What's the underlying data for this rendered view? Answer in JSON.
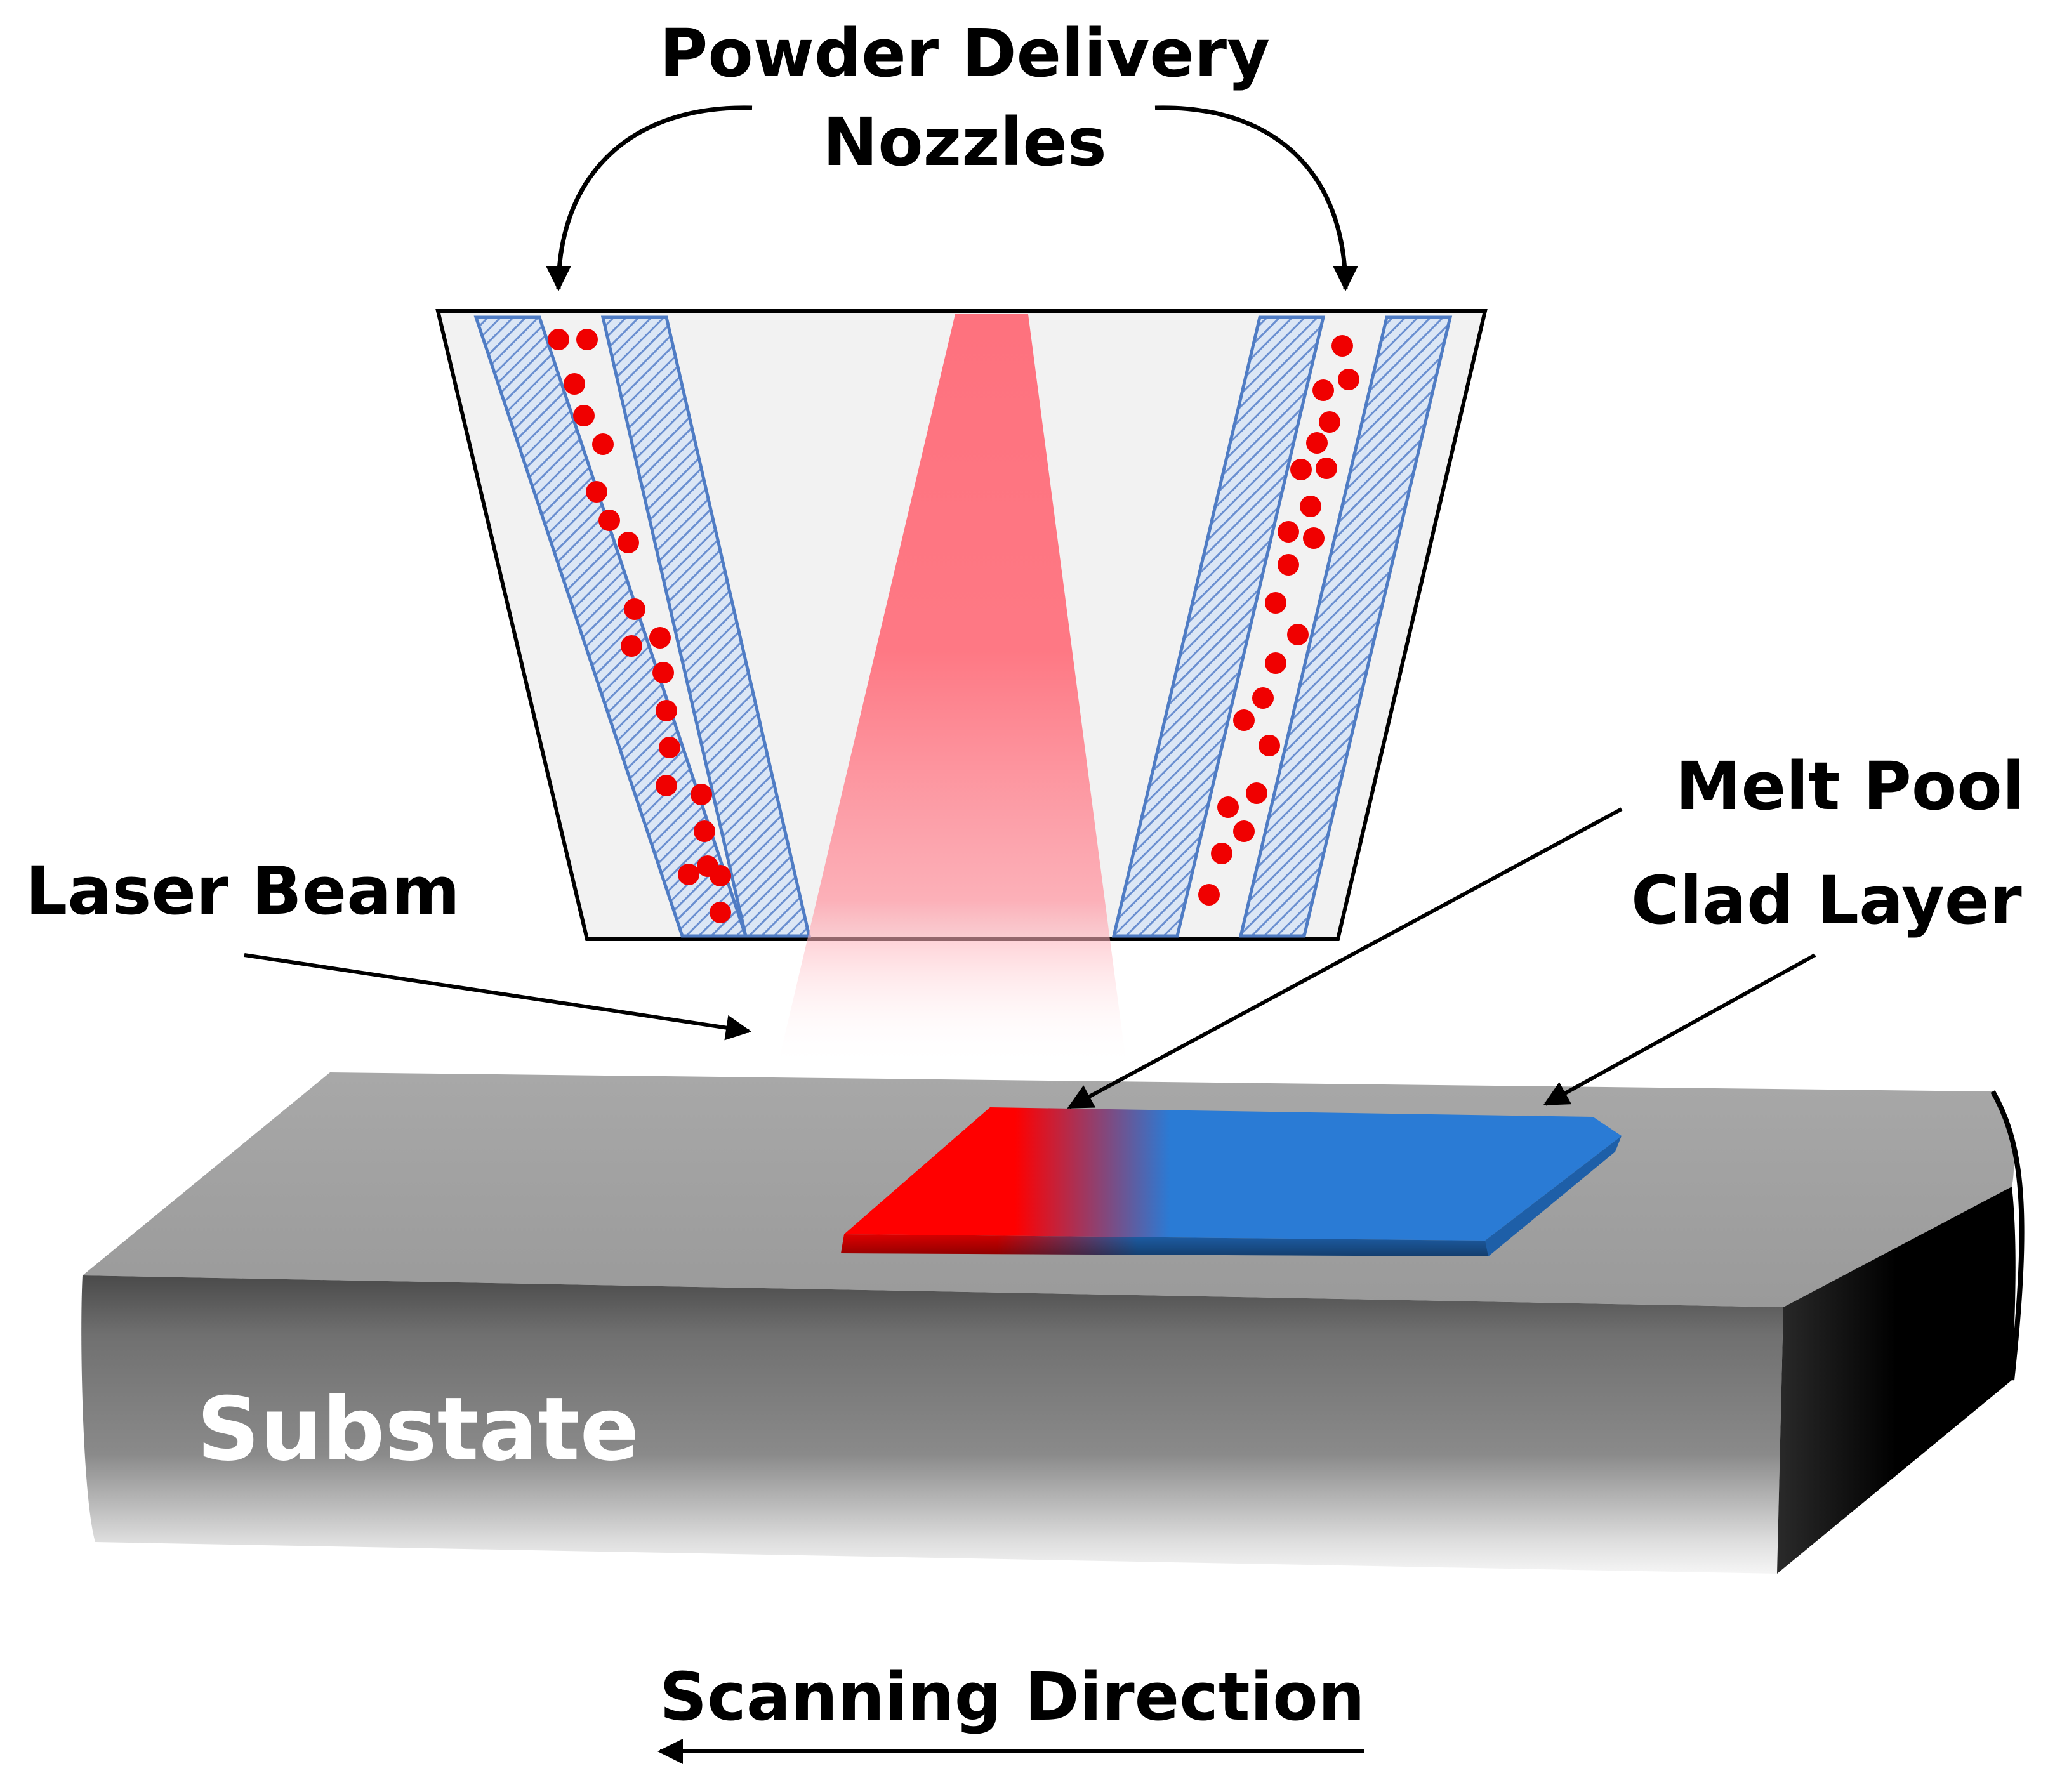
{
  "labels": {
    "nozzles_line1": "Powder Delivery",
    "nozzles_line2": "Nozzles",
    "laser_beam": "Laser Beam",
    "melt_pool": "Melt Pool",
    "clad_layer": "Clad Layer",
    "substrate": "Substate",
    "scanning_direction": "Scanning Direction"
  },
  "colors": {
    "laser": "#ff6b78",
    "powder": "#f00000",
    "nozzle_wall": "#4f7cc4",
    "nozzle_wall_fill": "#c9d9f0",
    "nozzle_body": "#f2f2f2",
    "melt_pool": "#ff0000",
    "clad": "#2a7bd5",
    "substrate_top": "#a6a6a6",
    "substrate_side": "#808080",
    "substrate_end": "#000000",
    "text": "#000000",
    "text_on_dark": "#ffffff"
  }
}
